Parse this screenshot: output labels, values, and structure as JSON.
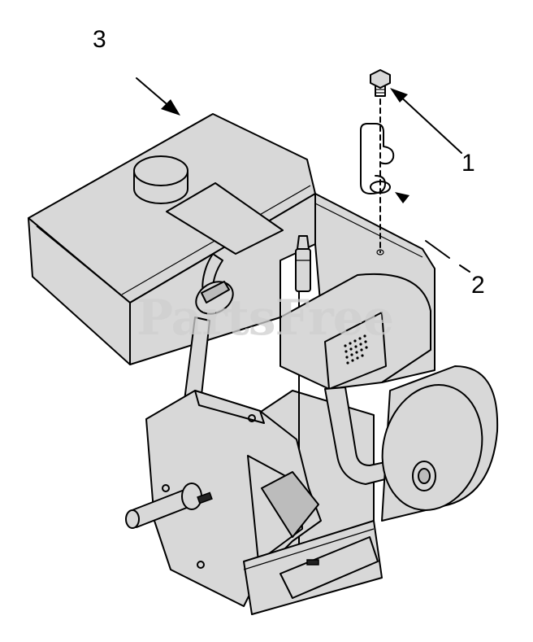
{
  "callouts": {
    "one": "1",
    "two": "2",
    "three": "3"
  },
  "watermark": "PartsFree"
}
